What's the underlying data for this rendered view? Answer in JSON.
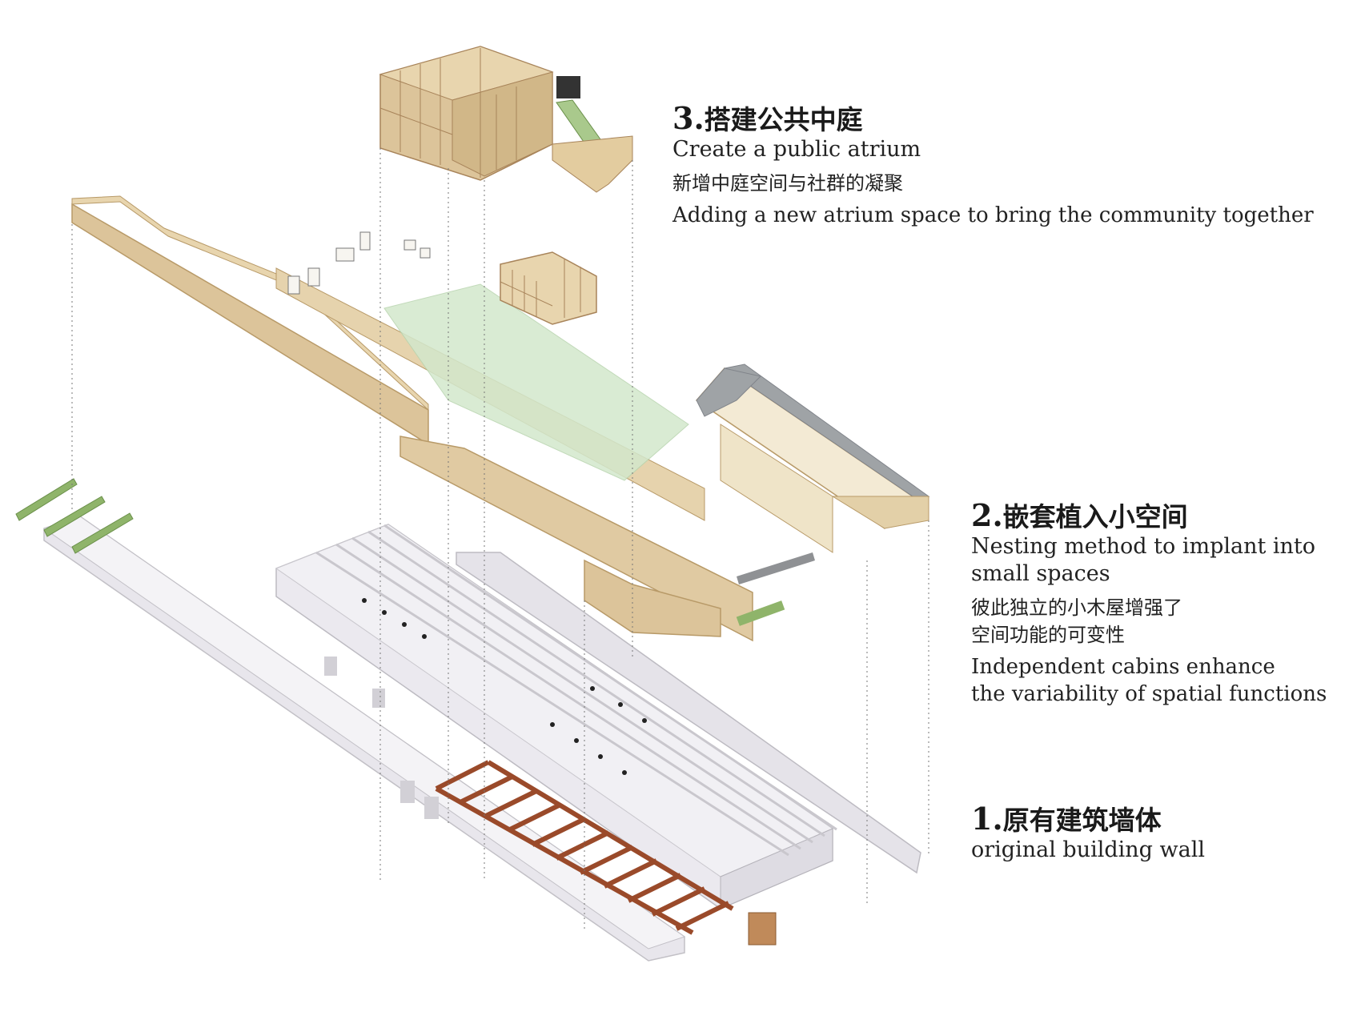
{
  "steps": [
    {
      "number": "3.",
      "title_zh": "搭建公共中庭",
      "title_en": "Create a public atrium",
      "desc_zh": [
        "新增中庭空间与社群的凝聚"
      ],
      "desc_en": [
        "Adding a new atrium space to bring the community together"
      ]
    },
    {
      "number": "2.",
      "title_zh": "嵌套植入小空间",
      "title_en": [
        "Nesting method to implant into",
        "small spaces"
      ],
      "desc_zh": [
        "彼此独立的小木屋增强了",
        "空间功能的可变性"
      ],
      "desc_en": [
        "Independent cabins enhance",
        "the variability of spatial functions"
      ]
    },
    {
      "number": "1.",
      "title_zh": "原有建筑墙体",
      "title_en": "original building wall"
    }
  ],
  "colors": {
    "wall": "#e4e2e8",
    "wall_edge": "#b9b7bd",
    "wood": "#dcc49a",
    "wood_dark": "#b89a68",
    "green": "#8fb46a",
    "atrium_glass": "#d3e8cc",
    "rust_beam": "#9a4a2a",
    "roof_grey": "#9fa3a6",
    "text": "#1a1a1a"
  }
}
